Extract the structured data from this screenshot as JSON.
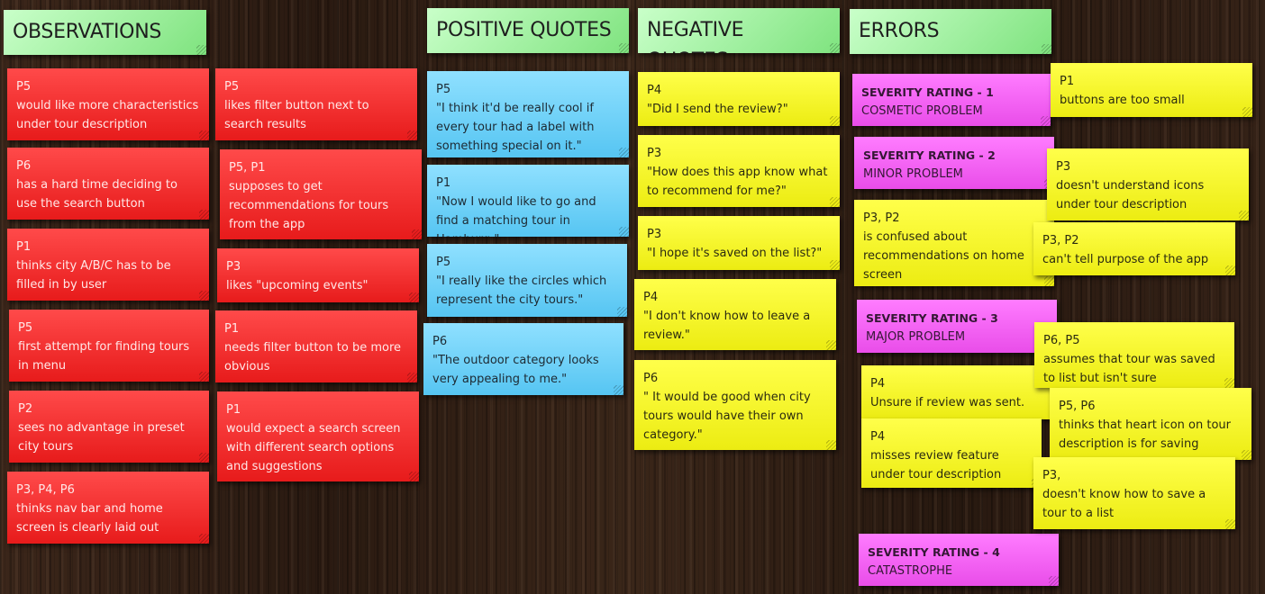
{
  "headers": {
    "observations": "OBSERVATIONS",
    "positive": "POSITIVE QUOTES",
    "negative": "NEGATIVE QUOTES",
    "errors": "ERRORS"
  },
  "observations": [
    {
      "who": "P5",
      "text": "would like more characteristics under tour description"
    },
    {
      "who": "P6",
      "text": "has a hard time deciding to use the search button"
    },
    {
      "who": "P1",
      "text": "thinks city A/B/C has to be filled in by user"
    },
    {
      "who": "P5",
      "text": "first attempt for finding tours in menu"
    },
    {
      "who": "P2",
      "text": "sees no advantage in preset city tours"
    },
    {
      "who": "P3, P4, P6",
      "text": "thinks nav bar and home screen is clearly laid out"
    },
    {
      "who": "P5",
      "text": "likes filter button next to search results"
    },
    {
      "who": "P5, P1",
      "text": "supposes to get recommendations for tours from the app"
    },
    {
      "who": "P3",
      "text": "likes \"upcoming events\""
    },
    {
      "who": "P1",
      "text": "needs filter button to be more obvious"
    },
    {
      "who": "P1",
      "text": "would expect a search screen with different search options and suggestions"
    }
  ],
  "positive": [
    {
      "who": "P5",
      "text": "\"I think it'd be really cool if every tour had a label with something special on it.\""
    },
    {
      "who": "P1",
      "text": "\"Now I would like to go and find a matching tour in Hamburg.\""
    },
    {
      "who": "P5",
      "text": "\"I really like the circles which represent the city tours.\""
    },
    {
      "who": "P6",
      "text": "\"The outdoor category looks very appealing to me.\""
    }
  ],
  "negative": [
    {
      "who": "P4",
      "text": "\"Did I send the review?\""
    },
    {
      "who": "P3",
      "text": "\"How does this app know what to recommend for me?\""
    },
    {
      "who": "P3",
      "text": "\"I hope it's saved on the list?\""
    },
    {
      "who": "P4",
      "text": "\"I don't know how to leave a review.\""
    },
    {
      "who": "P6",
      "text": "\" It would be good when city tours would have their own category.\""
    }
  ],
  "severity": [
    {
      "rating": "SEVERITY RATING - 1",
      "label": "COSMETIC PROBLEM"
    },
    {
      "rating": "SEVERITY RATING - 2",
      "label": "MINOR PROBLEM"
    },
    {
      "rating": "SEVERITY RATING - 3",
      "label": "MAJOR PROBLEM"
    },
    {
      "rating": "SEVERITY RATING - 4",
      "label": "CATASTROPHE"
    }
  ],
  "errors": [
    {
      "who": "P1",
      "text": "buttons are too small"
    },
    {
      "who": "P3",
      "text": "doesn't understand icons under tour description"
    },
    {
      "who": "P3, P2",
      "text": "is confused about recommendations on home screen"
    },
    {
      "who": "P3, P2",
      "text": "can't tell purpose of the app"
    },
    {
      "who": "P6, P5",
      "text": "assumes that tour was saved to list but isn't sure"
    },
    {
      "who": "P4",
      "text": "Unsure if review was sent."
    },
    {
      "who": "P5, P6",
      "text": "thinks that heart icon on tour description is for saving"
    },
    {
      "who": "P4",
      "text": "misses review feature under tour description"
    },
    {
      "who": "P3,",
      "text": "doesn't know how to save a tour to a list"
    }
  ],
  "colors": {
    "header": "#8ee88e",
    "observation": "#f03030",
    "positive": "#6fcff6",
    "negative": "#f5f52a",
    "severity": "#f062f0",
    "error": "#f5f52a"
  }
}
